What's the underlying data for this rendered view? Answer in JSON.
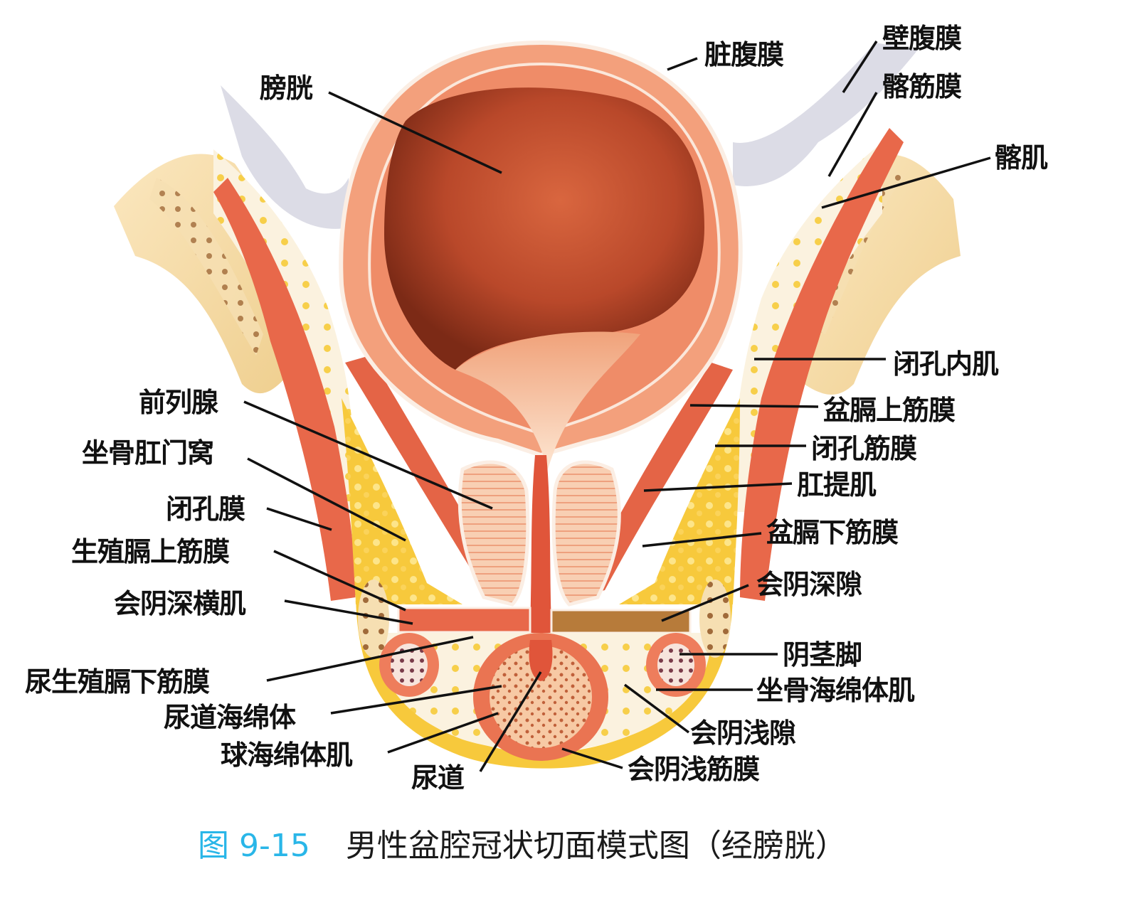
{
  "figure": {
    "caption": {
      "number": "图 9-15",
      "title": "男性盆腔冠状切面模式图（经膀胱）"
    },
    "colors": {
      "caption_number": "#29b6e8",
      "muscle": "#e8684a",
      "muscle_light": "#f4a48a",
      "bladder_inner": "#b84a2a",
      "fat_yellow": "#f6c63a",
      "bone": "#f7dfae",
      "fascia_white": "#fbf4ea",
      "peritoneum_gray": "#d9d9e2",
      "deep_space_brown": "#b77b3a",
      "leader_line": "#111111"
    },
    "labels": {
      "bladder": "膀胱",
      "visceral_peritoneum": "脏腹膜",
      "parietal_peritoneum": "壁腹膜",
      "iliac_fascia": "髂筋膜",
      "iliacus": "髂肌",
      "obturator_internus": "闭孔内肌",
      "superior_pelvic_diaphragm_fascia": "盆膈上筋膜",
      "obturator_fascia": "闭孔筋膜",
      "levator_ani": "肛提肌",
      "inferior_pelvic_diaphragm_fascia": "盆膈下筋膜",
      "deep_perineal_space": "会阴深隙",
      "crus_of_penis": "阴茎脚",
      "ischiocavernosus": "坐骨海绵体肌",
      "superficial_perineal_space": "会阴浅隙",
      "superficial_perineal_fascia": "会阴浅筋膜",
      "prostate": "前列腺",
      "ischioanal_fossa": "坐骨肛门窝",
      "obturator_membrane": "闭孔膜",
      "superior_urogenital_diaphragm_fascia": "生殖膈上筋膜",
      "deep_transverse_perineal": "会阴深横肌",
      "inferior_urogenital_diaphragm_fascia": "尿生殖膈下筋膜",
      "corpus_spongiosum": "尿道海绵体",
      "bulbospongiosus": "球海绵体肌",
      "urethra": "尿道"
    }
  }
}
